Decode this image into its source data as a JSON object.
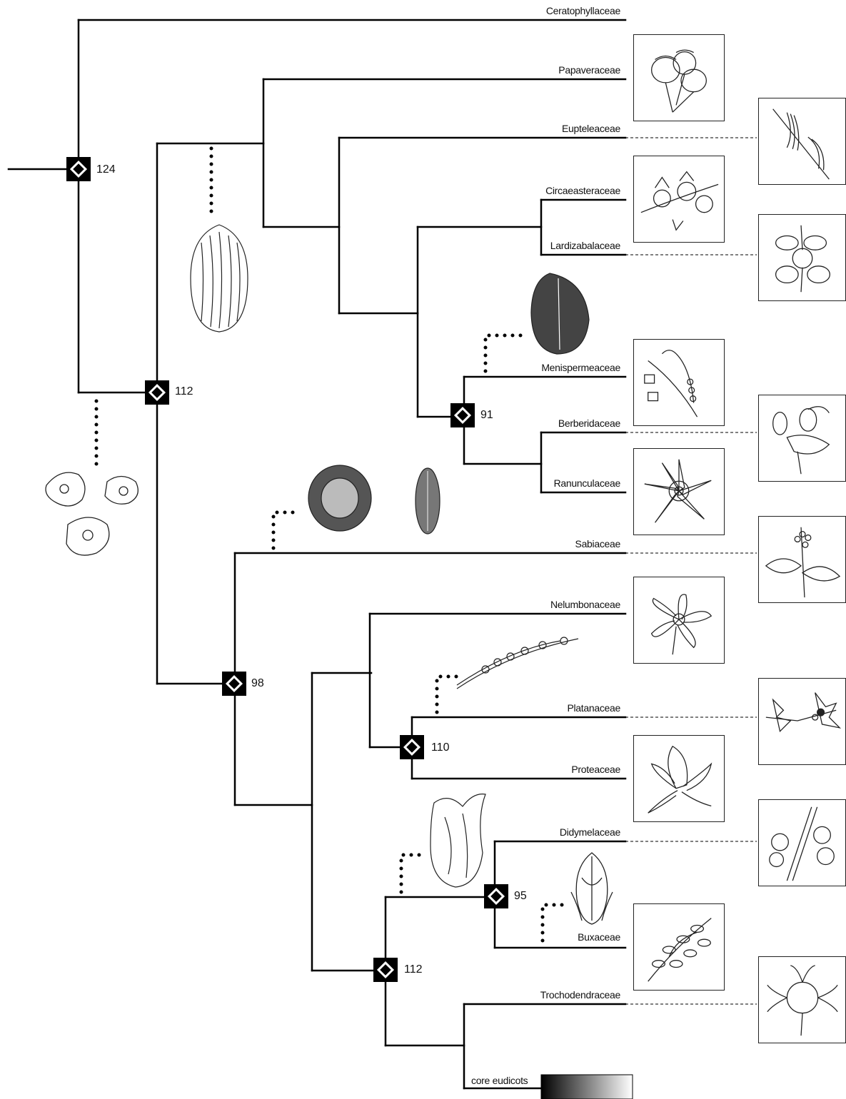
{
  "taxa": {
    "ceratophyllaceae": "Ceratophyllaceae",
    "papaveraceae": "Papaveraceae",
    "eupteleaceae": "Eupteleaceae",
    "circaeasteraceae": "Circaeasteraceae",
    "lardizabalaceae": "Lardizabalaceae",
    "menispermaceae": "Menispermeaceae",
    "berberidaceae": "Berberidaceae",
    "ranunculaceae": "Ranunculaceae",
    "sabiaceae": "Sabiaceae",
    "nelumbonaceae": "Nelumbonaceae",
    "platanaceae": "Platanaceae",
    "proteaceae": "Proteaceae",
    "didymelaceae": "Didymelaceae",
    "buxaceae": "Buxaceae",
    "trochodendraceae": "Trochodendraceae",
    "core_eudicots": "core eudicots"
  },
  "node_ages": {
    "root": "124",
    "eudicots": "112",
    "ranunculales_core": "91",
    "remaining_eudicots": "98",
    "proteales": "110",
    "buxales": "95",
    "gunnerids_buxales": "112"
  },
  "colors": {
    "line": "#000000",
    "node_marker": "#000000",
    "gradient_start": "#000000",
    "gradient_end": "#ffffff"
  }
}
